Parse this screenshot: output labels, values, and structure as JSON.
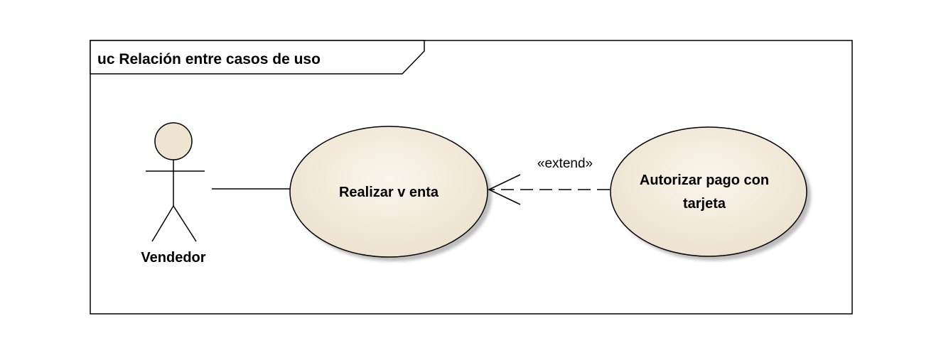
{
  "diagram": {
    "frame_title": "uc Relación entre casos de uso",
    "actor": {
      "name": "Vendedor"
    },
    "use_cases": [
      {
        "id": "realizar_venta",
        "lines": [
          "Realizar v enta"
        ]
      },
      {
        "id": "autorizar_pago",
        "lines": [
          "Autorizar pago con",
          "tarjeta"
        ]
      }
    ],
    "relationships": [
      {
        "type": "association",
        "from": "Vendedor",
        "to": "Realizar v enta"
      },
      {
        "type": "extend",
        "stereotype": "«extend»",
        "from": "Autorizar pago con tarjeta",
        "to": "Realizar v enta"
      }
    ],
    "colors": {
      "use_case_fill": "#f3ebdd",
      "actor_head_fill": "#efe4d2",
      "shadow": "#bdbdbd",
      "stroke": "#000000"
    }
  }
}
